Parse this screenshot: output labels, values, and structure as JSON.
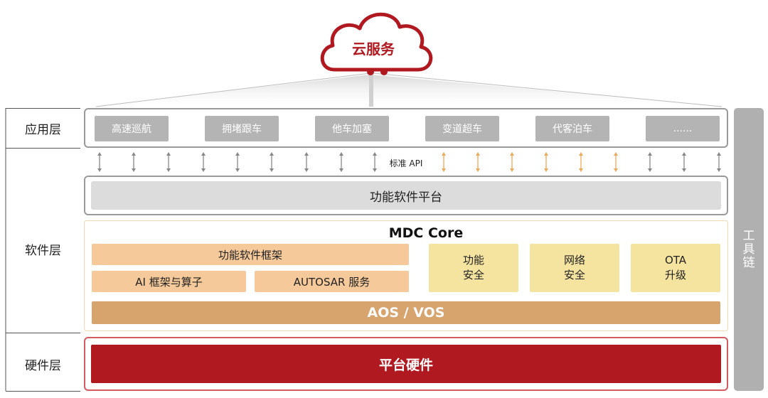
{
  "cloud": {
    "label": "云服务"
  },
  "layers": {
    "app": "应用层",
    "software": "软件层",
    "hardware": "硬件层"
  },
  "apps": [
    "高速巡航",
    "拥堵跟车",
    "他车加塞",
    "变道超车",
    "代客泊车",
    "......"
  ],
  "api": {
    "label": "标准 API"
  },
  "function_platform": {
    "label": "功能软件平台"
  },
  "mdc_core": {
    "title": "MDC Core",
    "framework": "功能软件框架",
    "ai": "AI 框架与算子",
    "autosar": "AUTOSAR 服务",
    "func_safety": [
      "功能",
      "安全"
    ],
    "net_safety": [
      "网络",
      "安全"
    ],
    "ota": [
      "OTA",
      "升级"
    ],
    "aos": "AOS / VOS"
  },
  "hardware": {
    "label": "平台硬件"
  },
  "toolchain": {
    "chars": [
      "工",
      "具",
      "链"
    ]
  },
  "colors": {
    "brand_red": "#b0191f",
    "grey_chip": "#b4b4b4",
    "peach": "#f5c99a",
    "cream": "#f5e4a0",
    "aos_tan": "#d6a46c",
    "arrow_grey": "#888888",
    "arrow_orange": "#f0a95a"
  }
}
